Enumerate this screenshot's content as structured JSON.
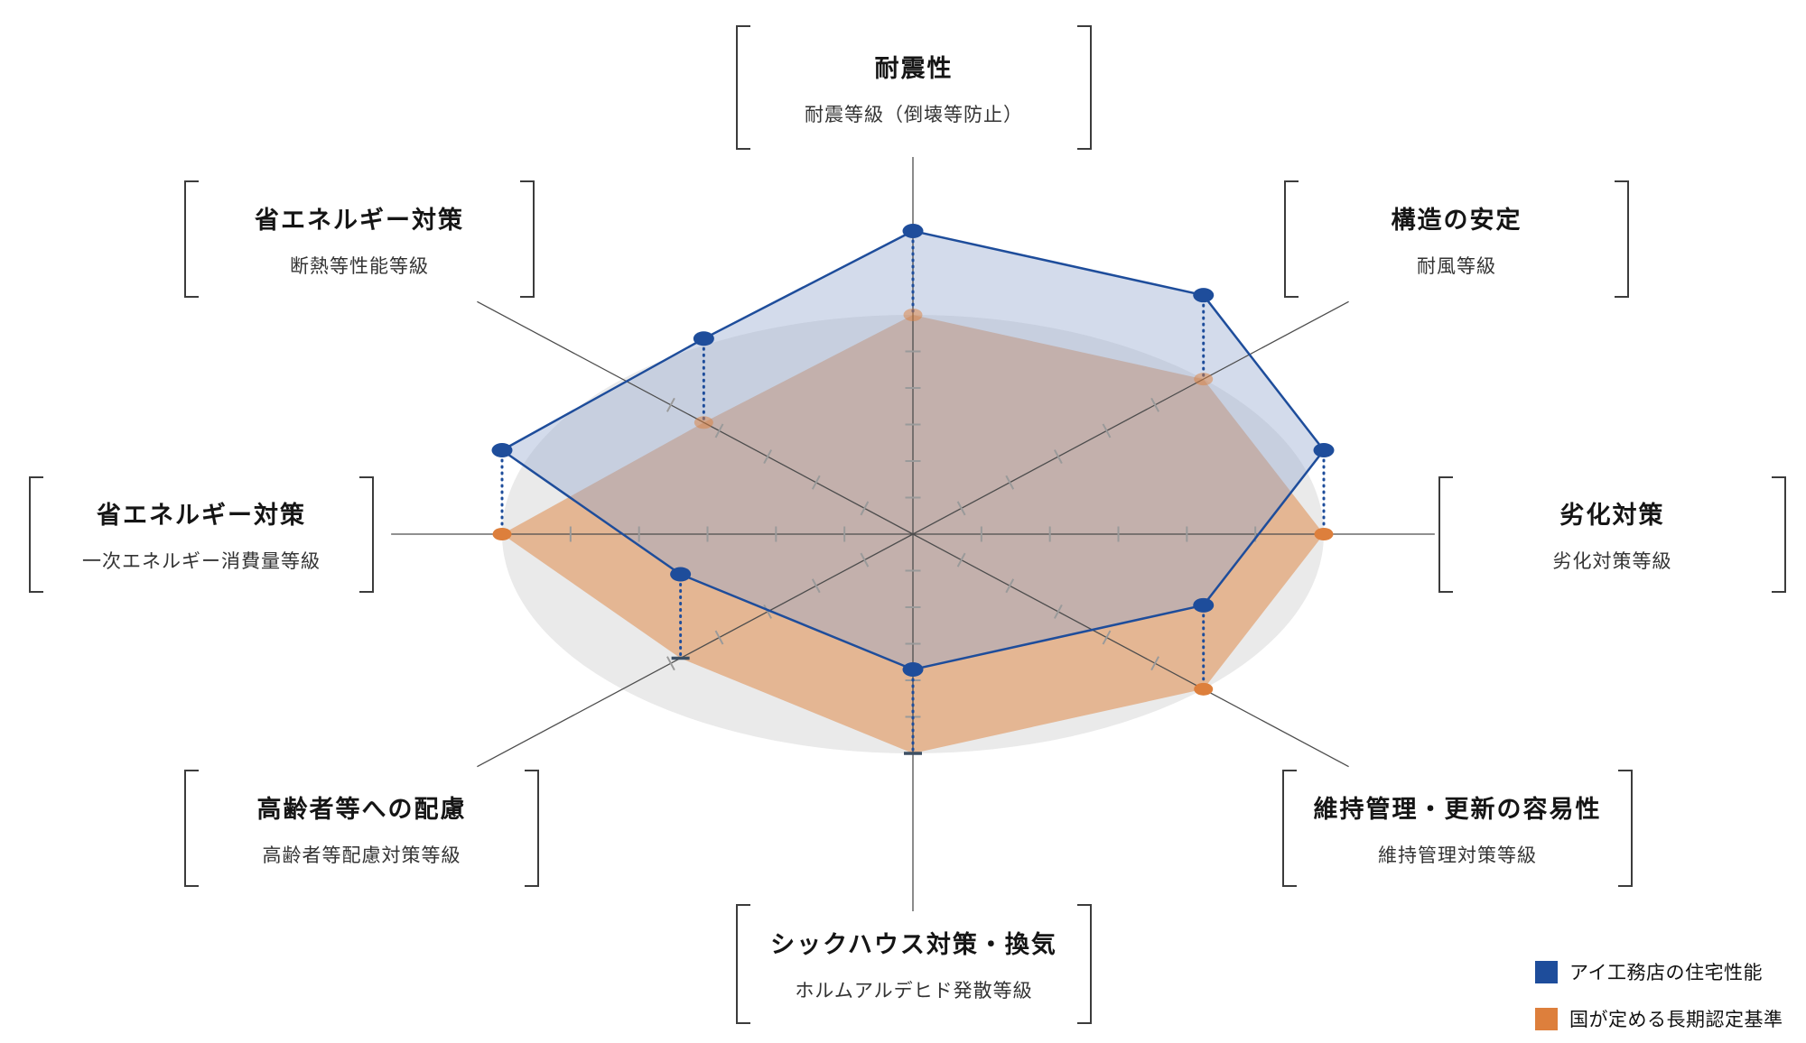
{
  "chart_data": {
    "type": "radar",
    "style": "pseudo-3d-lifted-plane",
    "title": "",
    "scale_divisions": 6,
    "value_range": [
      0,
      1
    ],
    "grid": "ticks-on-axes",
    "legend_position": "bottom-right",
    "axes": [
      {
        "id": "taishin",
        "title": "耐震性",
        "subtitle": "耐震等級（倒壊等防止）",
        "position": "top"
      },
      {
        "id": "kozo",
        "title": "構造の安定",
        "subtitle": "耐風等級",
        "position": "top-right"
      },
      {
        "id": "rekka",
        "title": "劣化対策",
        "subtitle": "劣化対策等級",
        "position": "right"
      },
      {
        "id": "iji",
        "title": "維持管理・更新の容易性",
        "subtitle": "維持管理対策等級",
        "position": "bottom-right"
      },
      {
        "id": "sick",
        "title": "シックハウス対策・換気",
        "subtitle": "ホルムアルデヒド発散等級",
        "position": "bottom"
      },
      {
        "id": "korei",
        "title": "高齢者等への配慮",
        "subtitle": "高齢者等配慮対策等級",
        "position": "bottom-left"
      },
      {
        "id": "shoene1",
        "title": "省エネルギー対策",
        "subtitle": "一次エネルギー消費量等級",
        "position": "left"
      },
      {
        "id": "shoene2",
        "title": "省エネルギー対策",
        "subtitle": "断熱等性能等級",
        "position": "top-left"
      }
    ],
    "series": [
      {
        "name": "アイ工務店の住宅性能",
        "color": "#1e4d9b",
        "fill": "rgba(150,170,207,0.42)",
        "plane": "lifted",
        "values": [
          1.0,
          1.0,
          1.0,
          1.0,
          1.0,
          0.8,
          1.0,
          0.72
        ]
      },
      {
        "name": "国が定める長期認定基準",
        "color": "#dd7f3c",
        "fill": "rgba(222,130,60,0.5)",
        "plane": "base",
        "values": [
          1.0,
          1.0,
          1.0,
          1.0,
          1.0,
          0.8,
          1.0,
          0.72
        ],
        "markers": [
          "dot-faded",
          "dot-faded",
          "dot",
          "dot",
          "tick",
          "tick",
          "dot",
          "dot-faded"
        ]
      }
    ],
    "colors": {
      "plane_fill": "#eaeaea",
      "axis": "#4d4d4d",
      "tick": "#9a9a9a",
      "dark_tick": "#3d4f63"
    },
    "legend": [
      {
        "label": "アイ工務店の住宅性能",
        "color": "#1e4d9b"
      },
      {
        "label": "国が定める長期認定基準",
        "color": "#dd7f3c"
      }
    ]
  }
}
